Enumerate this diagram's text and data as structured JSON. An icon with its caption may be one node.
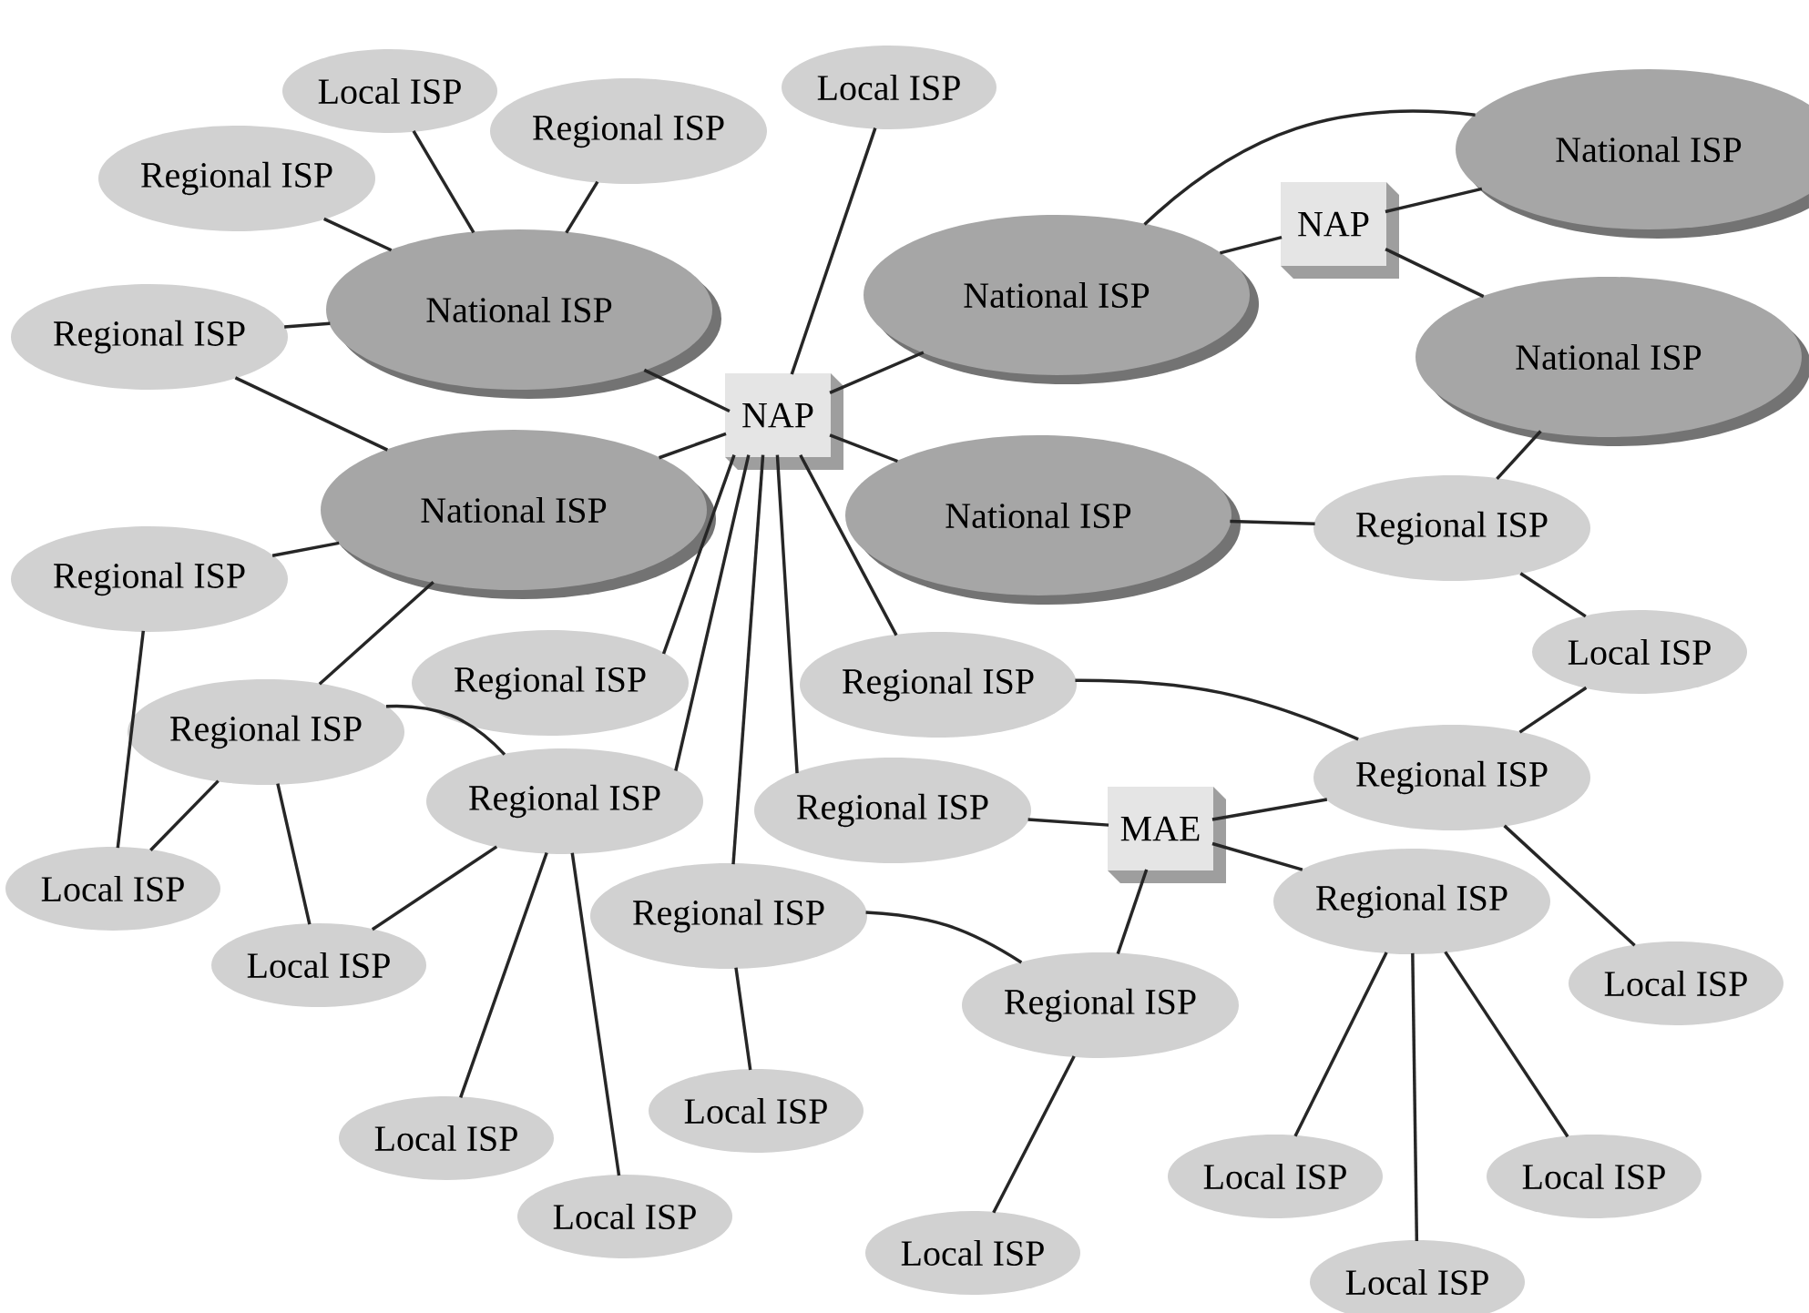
{
  "diagram": {
    "nodes": [
      {
        "text": [
          "Local ISP"
        ]
      },
      {
        "text": [
          "Local ISP"
        ]
      },
      {
        "text": [
          "Regional ISP"
        ]
      },
      {
        "text": [
          "Regional ISP"
        ]
      },
      {
        "text": [
          "National ISP"
        ]
      },
      {
        "text": [
          "National ISP"
        ]
      },
      {
        "text": [
          "NAP"
        ]
      },
      {
        "text": [
          "National ISP"
        ]
      },
      {
        "text": [
          "Regional ISP"
        ]
      },
      {
        "text": [
          "National ISP"
        ]
      },
      {
        "text": [
          "NAP"
        ]
      },
      {
        "text": [
          "National ISP"
        ]
      },
      {
        "text": [
          "National ISP"
        ]
      },
      {
        "text": [
          "Regional ISP"
        ]
      },
      {
        "text": [
          "Regional ISP"
        ]
      },
      {
        "text": [
          "Local ISP"
        ]
      },
      {
        "text": [
          "Regional ISP"
        ]
      },
      {
        "text": [
          "Regional ISP"
        ]
      },
      {
        "text": [
          "Regional ISP"
        ]
      },
      {
        "text": [
          "Regional ISP"
        ]
      },
      {
        "text": [
          "Regional ISP"
        ]
      },
      {
        "text": [
          "MAE"
        ]
      },
      {
        "text": [
          "Regional ISP"
        ]
      },
      {
        "text": [
          "Local ISP"
        ]
      },
      {
        "text": [
          "Regional ISP"
        ]
      },
      {
        "text": [
          "Regional ISP"
        ]
      },
      {
        "text": [
          "Local ISP"
        ]
      },
      {
        "text": [
          "Regional ISP"
        ]
      },
      {
        "text": [
          "Local ISP"
        ]
      },
      {
        "text": [
          "Local ISP"
        ]
      },
      {
        "text": [
          "Local ISP"
        ]
      },
      {
        "text": [
          "Local ISP"
        ]
      },
      {
        "text": [
          "Local ISP"
        ]
      },
      {
        "text": [
          "Local ISP"
        ]
      },
      {
        "text": [
          "Local ISP"
        ]
      },
      {
        "text": [
          "Local ISP"
        ]
      }
    ],
    "edges": [
      {
        "from": 0,
        "to": 5,
        "arrow": "none"
      },
      {
        "from": 2,
        "to": 5,
        "arrow": "none"
      },
      {
        "from": 3,
        "to": 5,
        "arrow": "none"
      },
      {
        "from": 8,
        "to": 5,
        "arrow": "none"
      },
      {
        "from": 5,
        "to": 10,
        "arrow": "none"
      },
      {
        "from": 8,
        "to": 11,
        "arrow": "none"
      },
      {
        "from": 1,
        "to": 10,
        "arrow": "none"
      },
      {
        "from": 7,
        "to": 10,
        "arrow": "none"
      },
      {
        "from": 7,
        "to": 4,
        "arrow": "none"
      },
      {
        "from": 7,
        "to": 6,
        "arrow": "none"
      },
      {
        "from": 6,
        "to": 4,
        "arrow": "none"
      },
      {
        "from": 6,
        "to": 9,
        "arrow": "none"
      },
      {
        "from": 9,
        "to": 13,
        "arrow": "none"
      },
      {
        "from": 10,
        "to": 12,
        "arrow": "none"
      },
      {
        "from": 12,
        "to": 13,
        "arrow": "none"
      },
      {
        "from": 13,
        "to": 15,
        "arrow": "none"
      },
      {
        "from": 15,
        "to": 22,
        "arrow": "none"
      },
      {
        "from": 17,
        "to": 22,
        "arrow": "none"
      },
      {
        "from": 21,
        "to": 22,
        "arrow": "none"
      },
      {
        "from": 22,
        "to": 28,
        "arrow": "none"
      },
      {
        "from": 11,
        "to": 10,
        "arrow": "none"
      },
      {
        "from": 14,
        "to": 11,
        "arrow": "none"
      },
      {
        "from": 11,
        "to": 18,
        "arrow": "none"
      },
      {
        "from": 14,
        "to": 23,
        "arrow": "none"
      },
      {
        "from": 18,
        "to": 23,
        "arrow": "none"
      },
      {
        "from": 18,
        "to": 26,
        "arrow": "none"
      },
      {
        "from": 18,
        "to": 19,
        "arrow": "none"
      },
      {
        "from": 19,
        "to": 26,
        "arrow": "none"
      },
      {
        "from": 19,
        "to": 30,
        "arrow": "none"
      },
      {
        "from": 19,
        "to": 33,
        "arrow": "none"
      },
      {
        "from": 10,
        "to": 16,
        "arrow": "none"
      },
      {
        "from": 10,
        "to": 19,
        "arrow": "none"
      },
      {
        "from": 10,
        "to": 25,
        "arrow": "none"
      },
      {
        "from": 10,
        "to": 20,
        "arrow": "none"
      },
      {
        "from": 10,
        "to": 17,
        "arrow": "none"
      },
      {
        "from": 20,
        "to": 21,
        "arrow": "none"
      },
      {
        "from": 21,
        "to": 27,
        "arrow": "none"
      },
      {
        "from": 21,
        "to": 24,
        "arrow": "none"
      },
      {
        "from": 25,
        "to": 27,
        "arrow": "none"
      },
      {
        "from": 25,
        "to": 29,
        "arrow": "none"
      },
      {
        "from": 27,
        "to": 34,
        "arrow": "none"
      },
      {
        "from": 24,
        "to": 31,
        "arrow": "none"
      },
      {
        "from": 24,
        "to": 35,
        "arrow": "none"
      },
      {
        "from": 24,
        "to": 32,
        "arrow": "none"
      }
    ]
  }
}
